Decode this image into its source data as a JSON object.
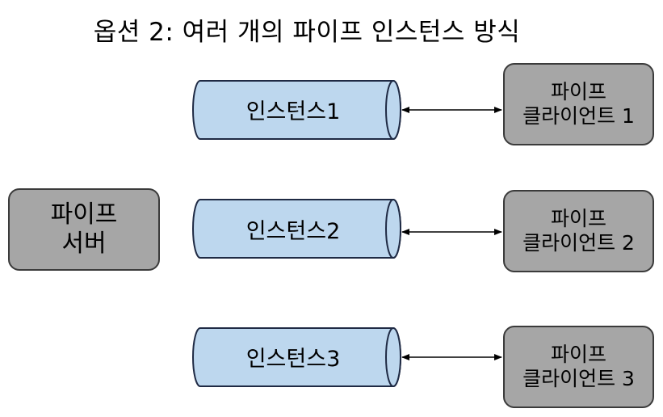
{
  "title": "옵션 2: 여러 개의 파이프 인스턴스 방식",
  "server": {
    "line1": "파이프",
    "line2": "서버"
  },
  "instances": [
    {
      "label": "인스턴스1",
      "client_line1": "파이프",
      "client_line2": "클라이언트 1"
    },
    {
      "label": "인스턴스2",
      "client_line1": "파이프",
      "client_line2": "클라이언트 2"
    },
    {
      "label": "인스턴스3",
      "client_line1": "파이프",
      "client_line2": "클라이언트 3"
    }
  ],
  "colors": {
    "pipe_fill": "#bdd7ee",
    "pipe_stroke": "#1f2a44",
    "box_fill": "#a6a6a6",
    "box_stroke": "#3b3b3b",
    "arrow": "#000000"
  }
}
